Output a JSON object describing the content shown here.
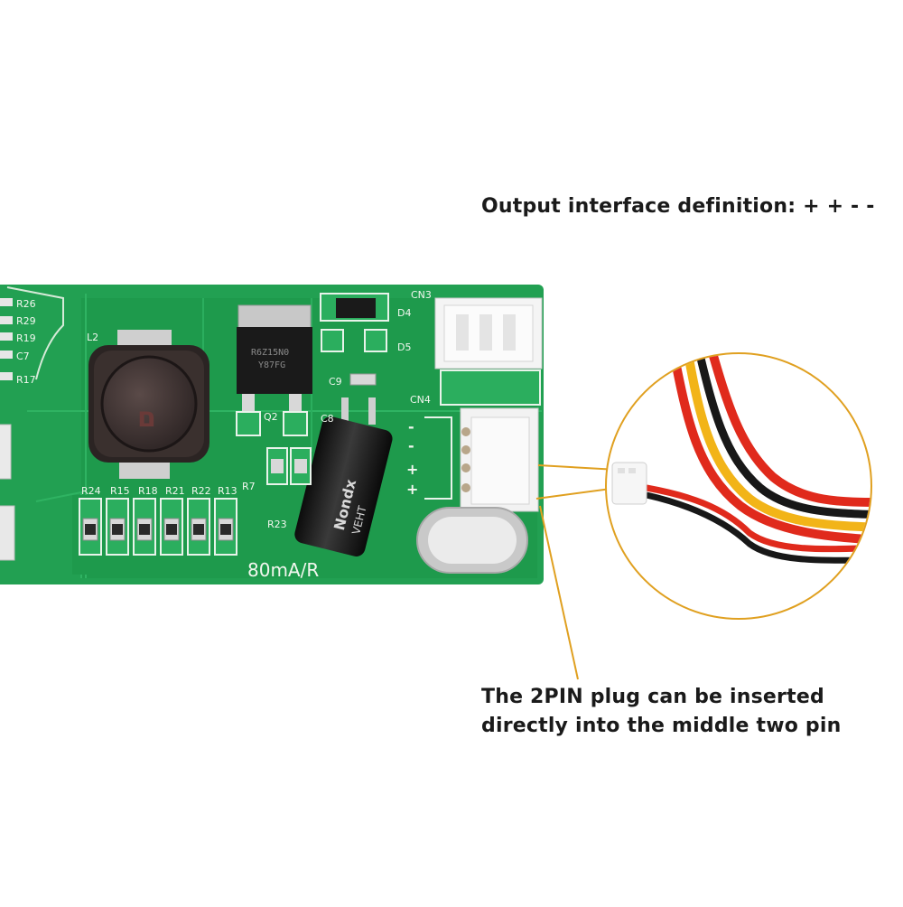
{
  "captions": {
    "output_definition": "Output interface definition: + + - -",
    "plug_line1": "The 2PIN plug can be inserted",
    "plug_line2": "directly into the middle two pin"
  },
  "board": {
    "current_marking": "80mA/R",
    "connector_top": "CN3",
    "connector_bottom": "CN4",
    "inductor_label": "L2",
    "mosfet_label": "Q2",
    "capacitor_label": "C8",
    "capacitor_c9": "C9",
    "resistor_r7": "R7",
    "resistor_r23": "R23",
    "diode_d4": "D4",
    "diode_d5": "D5",
    "mosfet_text_1": "R6Z15N0",
    "mosfet_text_2": "Y87FG",
    "capacitor_brand": "Nondx",
    "capacitor_series": "VEHT",
    "resistor_bank": [
      "R24",
      "R15",
      "R18",
      "R21",
      "R22",
      "R13"
    ],
    "left_labels": [
      "R26",
      "R29",
      "R19",
      "C7",
      "R17"
    ],
    "pin_marks": [
      "-",
      "-",
      "+",
      "+"
    ]
  },
  "colors": {
    "pcb_green": "#22a052",
    "silkscreen": "#f2f7ef",
    "callout_line": "#e0a020",
    "wire_red": "#e02a1c",
    "wire_yellow": "#f2b418",
    "wire_black": "#181818"
  }
}
